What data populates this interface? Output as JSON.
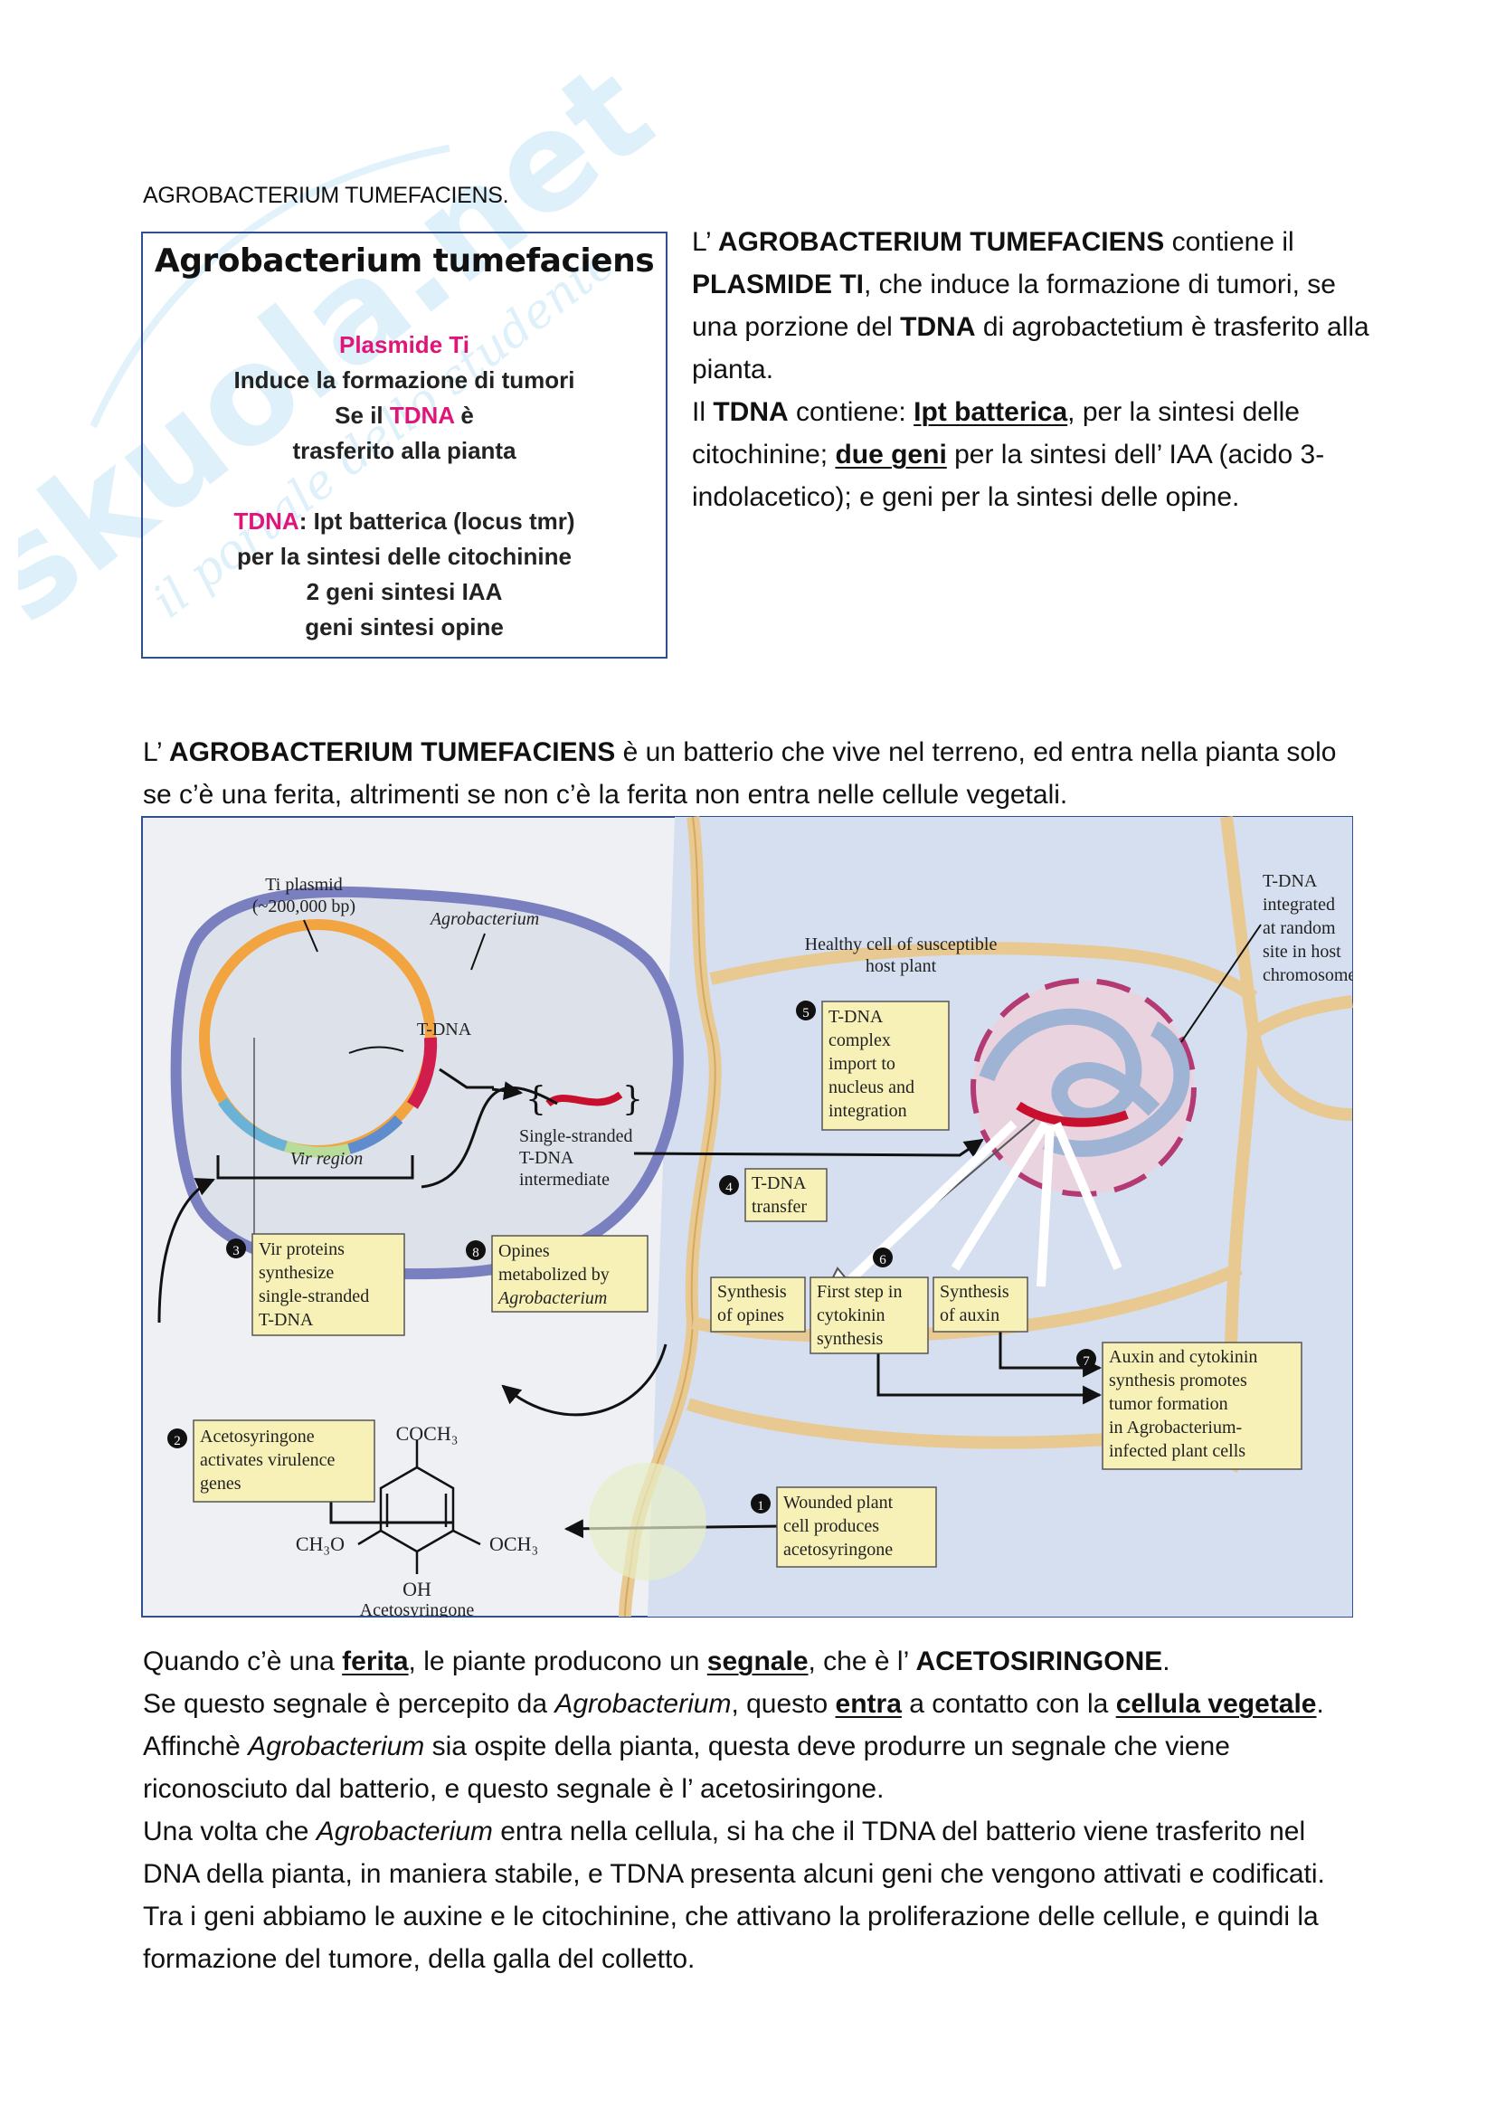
{
  "heading": "AGROBACTERIUM TUMEFACIENS.",
  "watermark": {
    "brand": "skuola.net",
    "tagline": "il portale dello studente"
  },
  "summary_box": {
    "title": "Agrobacterium tumefaciens",
    "line1": "Plasmide Ti",
    "line2": "Induce la formazione di tumori",
    "line3a": "Se il ",
    "line3b": "TDNA",
    "line3c": " è",
    "line4": "trasferito alla pianta",
    "line5a": "TDNA",
    "line5b": ": Ipt batterica (locus tmr)",
    "line6": "per la sintesi delle citochinine",
    "line7": "2 geni sintesi IAA",
    "line8": "geni sintesi opine"
  },
  "para1": {
    "t1": "L’ ",
    "t2": "AGROBACTERIUM TUMEFACIENS",
    "t3": " contiene il ",
    "t4": "PLASMIDE TI",
    "t5": ", che induce la formazione di tumori, se una porzione del ",
    "t6": "TDNA",
    "t7": " di agrobactetium è trasferito alla pianta.",
    "t8": "Il ",
    "t9": "TDNA",
    "t10": " contiene: ",
    "t11": "Ipt batterica",
    "t12": ", per la sintesi delle citochinine; ",
    "t13": "due geni",
    "t14": " per la sintesi dell’ IAA (acido 3-indolacetico); e geni per la sintesi delle opine."
  },
  "para2": {
    "t1": "L’ ",
    "t2": "AGROBACTERIUM TUMEFACIENS",
    "t3": " è un batterio che vive nel terreno, ed entra nella pianta solo se c’è una ferita, altrimenti se non c’è la ferita non entra nelle cellule vegetali."
  },
  "diagram": {
    "ti_plasmid": "Ti plasmid",
    "bp": "(~200,000 bp)",
    "agrobacterium": "Agrobacterium",
    "tdna": "T-DNA",
    "vir_region": "Vir region",
    "single_stranded_1": "Single-stranded",
    "single_stranded_2": "T-DNA",
    "single_stranded_3": "intermediate",
    "healthy_1": "Healthy cell of susceptible",
    "healthy_2": "host plant",
    "integrated_1": "T-DNA",
    "integrated_2": "integrated",
    "integrated_3": "at random",
    "integrated_4": "site in host",
    "integrated_5": "chromosomes",
    "step1_num": "1",
    "step1_a": "Wounded plant",
    "step1_b": "cell produces",
    "step1_c": "acetosyringone",
    "step2_num": "2",
    "step2_a": "Acetosyringone",
    "step2_b": "activates virulence",
    "step2_c": "genes",
    "step3_num": "3",
    "step3_a": "Vir proteins",
    "step3_b": "synthesize",
    "step3_c": "single-stranded",
    "step3_d": "T-DNA",
    "step4_num": "4",
    "step4_a": "T-DNA",
    "step4_b": "transfer",
    "step5_num": "5",
    "step5_a": "T-DNA",
    "step5_b": "complex",
    "step5_c": "import to",
    "step5_d": "nucleus and",
    "step5_e": "integration",
    "step6_num": "6",
    "syn_opines_a": "Synthesis",
    "syn_opines_b": "of opines",
    "cytokinin_a": "First step in",
    "cytokinin_b": "cytokinin",
    "cytokinin_c": "synthesis",
    "auxin_a": "Synthesis",
    "auxin_b": "of auxin",
    "step7_num": "7",
    "step7_a": "Auxin and cytokinin",
    "step7_b": "synthesis promotes",
    "step7_c": "tumor formation",
    "step7_d": "in Agrobacterium-",
    "step7_e": "infected plant cells",
    "step8_num": "8",
    "step8_a": "Opines",
    "step8_b": "metabolized by",
    "step8_c": "Agrobacterium",
    "coch3": "COCH₃",
    "ch3o": "CH₃O",
    "och3": "OCH₃",
    "oh": "OH",
    "acetosyringone": "Acetosyringone"
  },
  "para3": {
    "t1": "Quando c’è una ",
    "t2": "ferita",
    "t3": ", le piante producono un ",
    "t4": "segnale",
    "t5": ", che è l’ ",
    "t6": "ACETOSIRINGONE",
    "t7": ".",
    "t8": "Se questo segnale è percepito da ",
    "t9": "Agrobacterium",
    "t10": ", questo ",
    "t11": "entra",
    "t12": " a contatto con la ",
    "t13": "cellula vegetale",
    "t14": ".",
    "t15": "Affinchè ",
    "t16": "Agrobacterium",
    "t17": " sia ospite della pianta, questa deve produrre un segnale che viene riconosciuto dal batterio, e questo segnale è l’ acetosiringone.",
    "t18": "Una volta che ",
    "t19": "Agrobacterium",
    "t20": " entra nella cellula, si ha che il TDNA del batterio viene trasferito nel DNA della pianta, in maniera stabile, e TDNA presenta alcuni geni che vengono attivati e codificati.",
    "t21": "Tra i geni abbiamo le auxine e le citochinine, che attivano la proliferazione delle cellule, e quindi la formazione del tumore, della galla del colletto."
  }
}
